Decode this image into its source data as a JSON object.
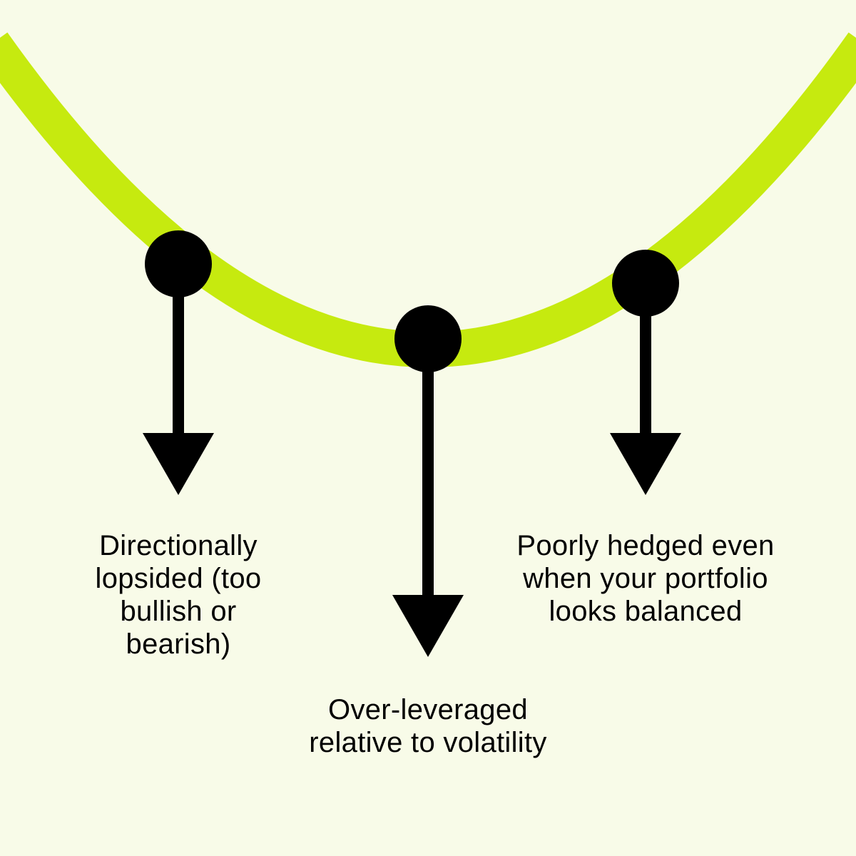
{
  "colors": {
    "background": "#f8fbe8",
    "curve": "#c6ea0f",
    "marker": "#000000",
    "text": "#000000"
  },
  "points": [
    {
      "label": "Directionally lopsided (too bullish or bearish)"
    },
    {
      "label": "Over-leveraged relative to volatility"
    },
    {
      "label": "Poorly hedged even when your portfolio looks balanced"
    }
  ]
}
